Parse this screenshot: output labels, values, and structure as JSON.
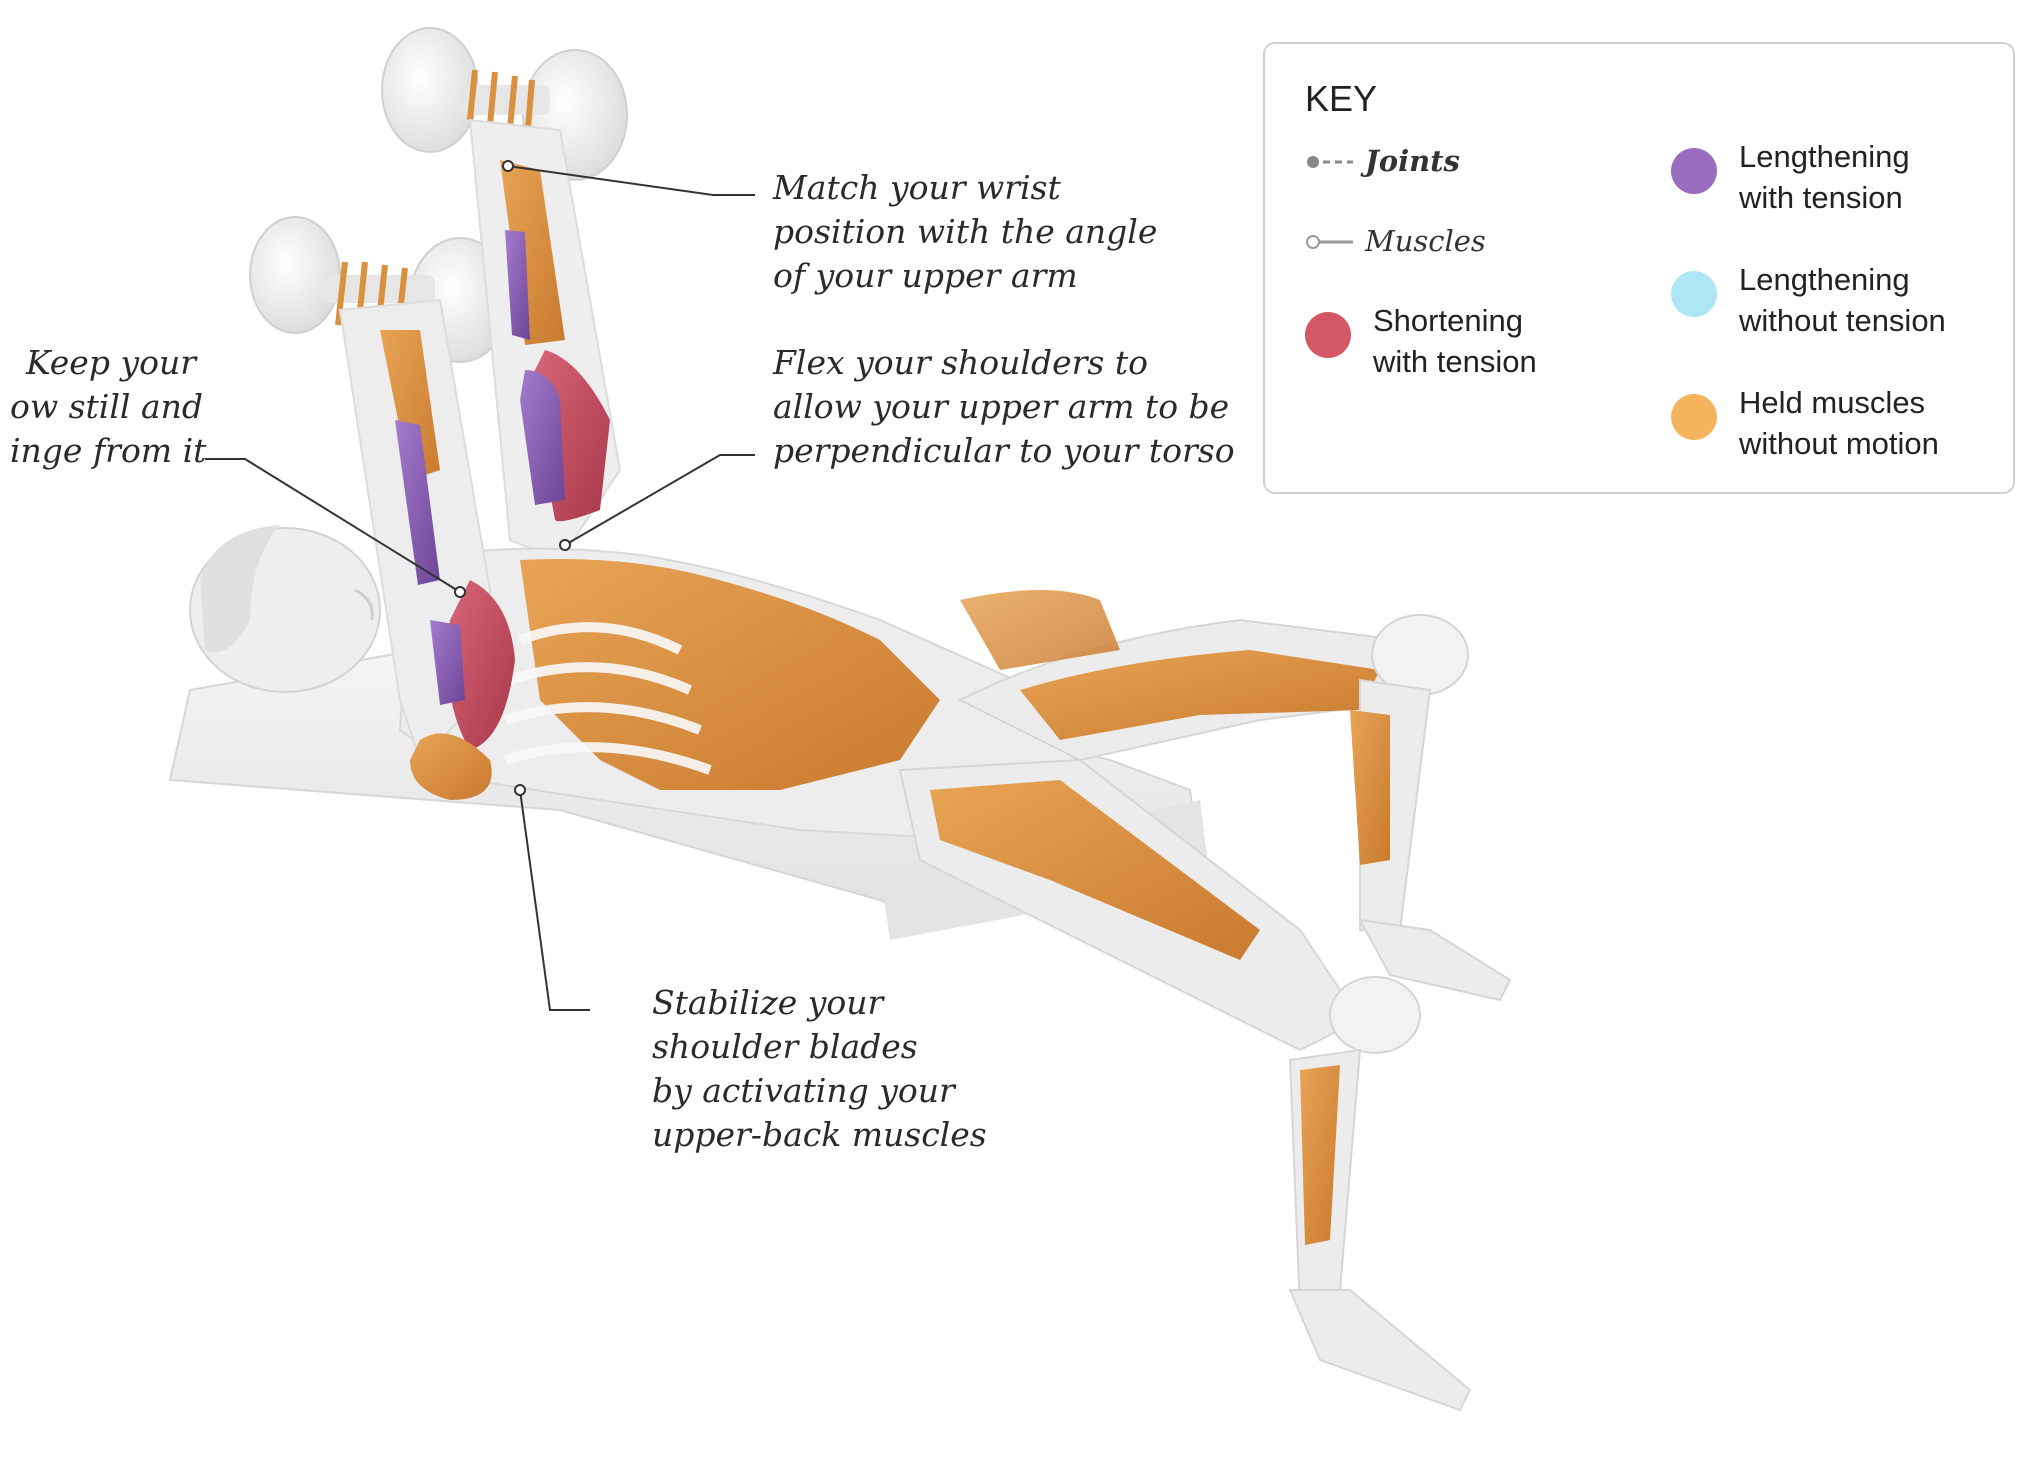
{
  "annotations": {
    "wrist": [
      "Match your wrist",
      "position with the angle",
      "of your upper arm"
    ],
    "shoulders": [
      "Flex your shoulders to",
      "allow your upper arm to be",
      "perpendicular to your torso"
    ],
    "elbow": [
      "Keep your",
      "ow still and",
      "inge from it"
    ],
    "blades": [
      "Stabilize your",
      "shoulder blades",
      "by activating your",
      "upper-back muscles"
    ]
  },
  "key": {
    "title": "KEY",
    "joints_label": "Joints",
    "muscles_label": "Muscles",
    "items": [
      {
        "lines": [
          "Shortening",
          "with tension"
        ],
        "color": "#d45766"
      },
      {
        "lines": [
          "Lengthening",
          "with tension"
        ],
        "color": "#9a6cc0"
      },
      {
        "lines": [
          "Lengthening",
          "without tension"
        ],
        "color": "#aee6f5"
      },
      {
        "lines": [
          "Held muscles",
          "without motion"
        ],
        "color": "#f5b35e"
      }
    ]
  },
  "colors": {
    "muscle_held": "#d98c3c",
    "muscle_shortening": "#c44a5c",
    "muscle_lengthening": "#8a5ab0",
    "body": "#ececec",
    "leader_line": "#333333"
  }
}
